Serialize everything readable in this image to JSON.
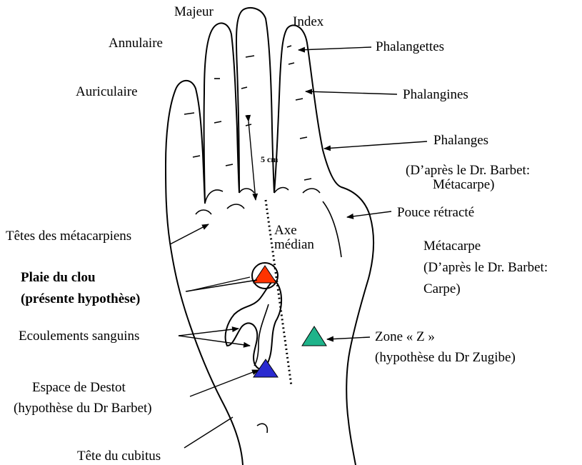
{
  "fingers": {
    "middle": "Majeur",
    "index": "Index",
    "ring": "Annulaire",
    "little": "Auriculaire"
  },
  "parts": {
    "phalangettes": "Phalangettes",
    "phalangines": "Phalangines",
    "phalanges": "Phalanges",
    "phalanges_note_1": "(D’après le Dr. Barbet:",
    "phalanges_note_2": "Métacarpe)",
    "pouce": "Pouce rétracté",
    "metacarpe": "Métacarpe",
    "metacarpe_note_1": "(D’après le Dr. Barbet:",
    "metacarpe_note_2": "Carpe)",
    "tetes_metacarpiens": "Têtes des métacarpiens",
    "axe_1": "Axe",
    "axe_2": "médian",
    "distance": "5 cm"
  },
  "hypotheses": {
    "plaie_1": "Plaie du clou",
    "plaie_2": "(présente hypothèse)",
    "ecoulements": "Ecoulements sanguins",
    "destot_1": "Espace de Destot",
    "destot_2": "(hypothèse du Dr Barbet)",
    "zone_z_1": "Zone « Z »",
    "zone_z_2": "(hypothèse du Dr Zugibe)",
    "cubitus": "Tête du cubitus"
  },
  "colors": {
    "plaie_marker": "#ff3300",
    "zone_z_marker": "#1fb38a",
    "destot_marker": "#2a2ad0",
    "ink": "#000000"
  }
}
